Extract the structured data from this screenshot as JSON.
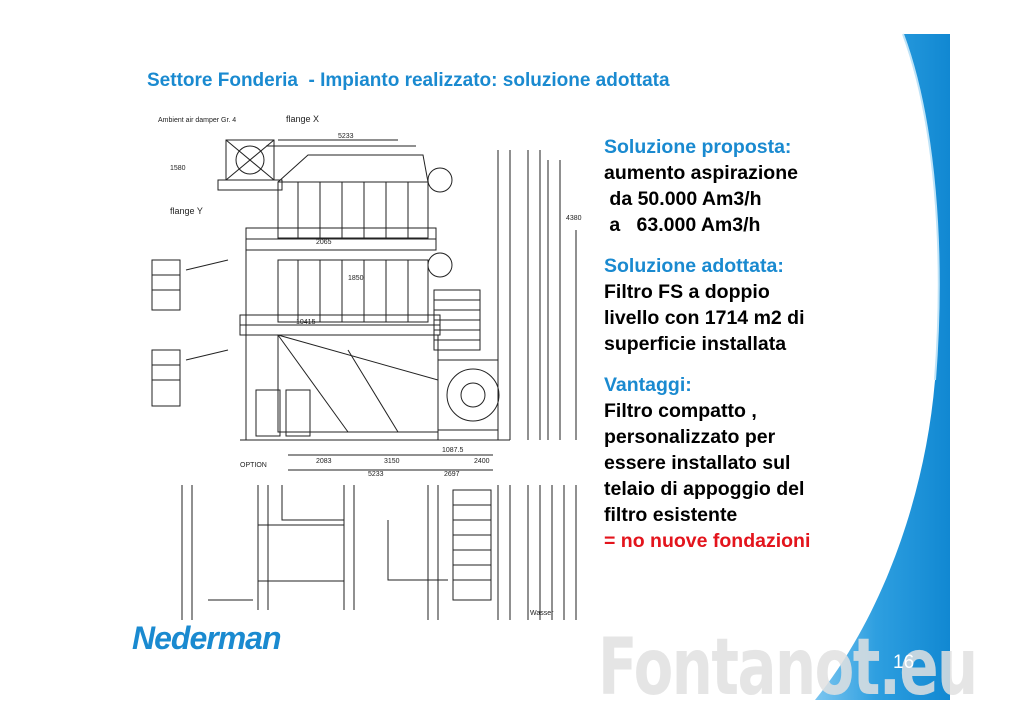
{
  "slide": {
    "title": "Settore Fonderia  - Impianto realizzato: soluzione adottata",
    "page_number": "16",
    "logo_text": "Nederman",
    "watermark_text": "Fontanot.eu"
  },
  "text_block": {
    "proposta_heading": "Soluzione proposta:",
    "proposta_lines": [
      "aumento aspirazione",
      " da 50.000 Am3/h",
      " a   63.000 Am3/h"
    ],
    "adottata_heading": "Soluzione adottata:",
    "adottata_lines": [
      "Filtro FS a doppio",
      "livello con 1714 m2 di",
      "superficie installata"
    ],
    "vantaggi_heading": "Vantaggi:",
    "vantaggi_lines": [
      "Filtro compatto ,",
      "personalizzato per",
      "essere installato sul",
      "telaio di appoggio del",
      "filtro esistente"
    ],
    "conclusion": "= no nuove fondazioni"
  },
  "drawing": {
    "labels": {
      "ambient_damper": "Ambient air damper Gr. 4",
      "flange_x": "flange X",
      "flange_y": "flange Y",
      "option": "OPTION",
      "wasser": "Wasser"
    },
    "dimensions": {
      "d5233_top": "5233",
      "d2065": "2065",
      "d1850": "1850",
      "d10415": "10415",
      "d2083": "2083",
      "d3150": "3150",
      "d1087": "1087.5",
      "d2400": "2400",
      "d5233_bottom": "5233",
      "d2697": "2697",
      "d1580": "1580",
      "d4380": "4380"
    }
  },
  "colors": {
    "accent_blue": "#1a8ad0",
    "swoosh_blue": "#2e9fe0",
    "conclusion_red": "#e3141c"
  }
}
